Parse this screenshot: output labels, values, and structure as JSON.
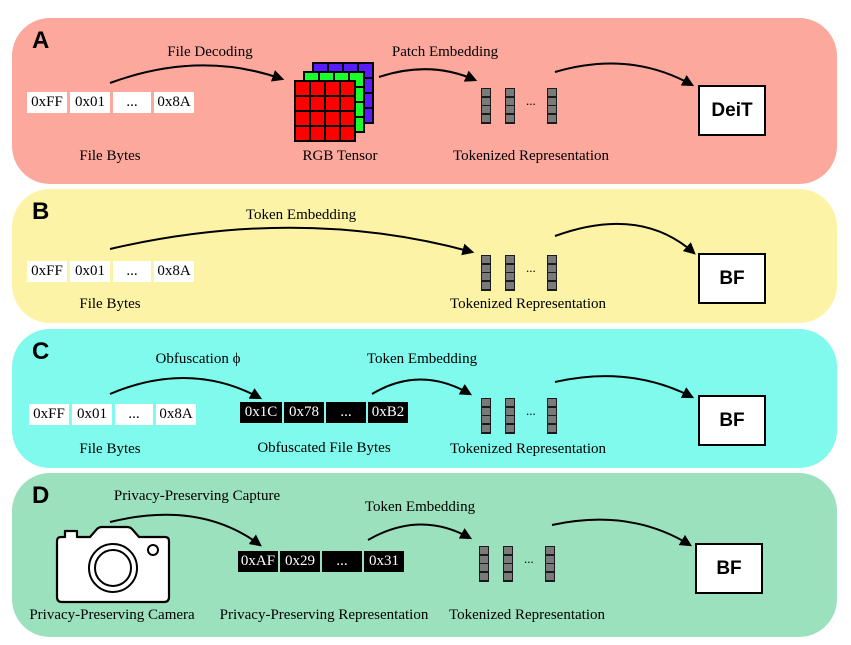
{
  "panels": [
    {
      "id": "A",
      "color": "#fca89d",
      "input_label": "File Bytes",
      "input_bytes": [
        "0xFF",
        "0x01",
        "...",
        "0x8A"
      ],
      "step1_label": "File Decoding",
      "intermediate_label": "RGB Tensor",
      "step2_label": "Patch Embedding",
      "tokens_label": "Tokenized Representation",
      "tokens_ellipsis": "...",
      "model": "DeiT"
    },
    {
      "id": "B",
      "color": "#fdf3a6",
      "input_label": "File Bytes",
      "input_bytes": [
        "0xFF",
        "0x01",
        "...",
        "0x8A"
      ],
      "step1_label": "Token Embedding",
      "tokens_label": "Tokenized Representation",
      "tokens_ellipsis": "...",
      "model": "BF"
    },
    {
      "id": "C",
      "color": "#7ffaec",
      "input_label": "File Bytes",
      "input_bytes": [
        "0xFF",
        "0x01",
        "...",
        "0x8A"
      ],
      "step1_label": "Obfuscation ϕ",
      "intermediate_label": "Obfuscated File Bytes",
      "intermediate_bytes": [
        "0x1C",
        "0x78",
        "...",
        "0xB2"
      ],
      "step2_label": "Token Embedding",
      "tokens_label": "Tokenized Representation",
      "tokens_ellipsis": "...",
      "model": "BF"
    },
    {
      "id": "D",
      "color": "#9ce1be",
      "input_label": "Privacy-Preserving Camera",
      "step1_label": "Privacy-Preserving Capture",
      "intermediate_label": "Privacy-Preserving Representation",
      "intermediate_bytes": [
        "0xAF",
        "0x29",
        "...",
        "0x31"
      ],
      "step2_label": "Token Embedding",
      "tokens_label": "Tokenized Representation",
      "tokens_ellipsis": "...",
      "model": "BF"
    }
  ]
}
